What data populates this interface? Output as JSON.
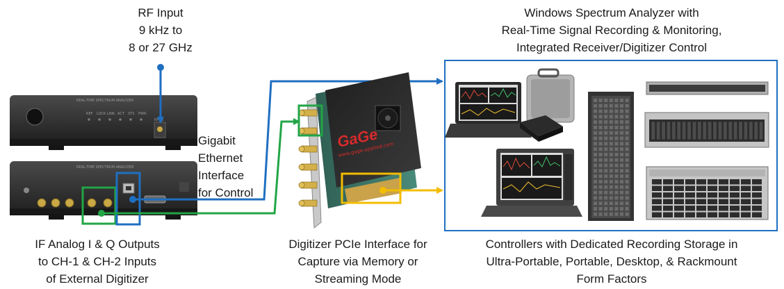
{
  "labels": {
    "rf_input": [
      "RF Input",
      "9 kHz to",
      "8 or 27 GHz"
    ],
    "ethernet": [
      "Gigabit",
      "Ethernet",
      "Interface",
      "for Control"
    ],
    "analyzer": [
      "Windows Spectrum Analyzer with",
      "Real-Time Signal Recording & Monitoring,",
      "Integrated Receiver/Digitizer Control"
    ],
    "if_outputs": [
      "IF Analog I & Q Outputs",
      "to CH-1 & CH-2 Inputs",
      "of External Digitizer"
    ],
    "digitizer": [
      "Digitizer PCIe Interface for",
      "Capture via Memory or",
      "Streaming Mode"
    ],
    "controllers": [
      "Controllers with Dedicated Recording Storage in",
      "Ultra-Portable, Portable, Desktop, & Rackmount",
      "Form Factors"
    ]
  },
  "device": {
    "front_panel_title": "REAL-TIME SPECTRUM ANALYZER",
    "rear_panel_title": "REAL-TIME SPECTRUM ANALYZER",
    "leds": [
      "REF",
      "LOCK",
      "LINK",
      "ACT",
      "STS",
      "PWR"
    ],
    "rf_in": "RF IN"
  },
  "card": {
    "brand": "GaGe",
    "url": "www.gage-applied.com"
  },
  "colors": {
    "blue": "#1f6fc1",
    "green": "#22a546",
    "yellow": "#f3bd00",
    "device_body": "#2b2b2b"
  }
}
